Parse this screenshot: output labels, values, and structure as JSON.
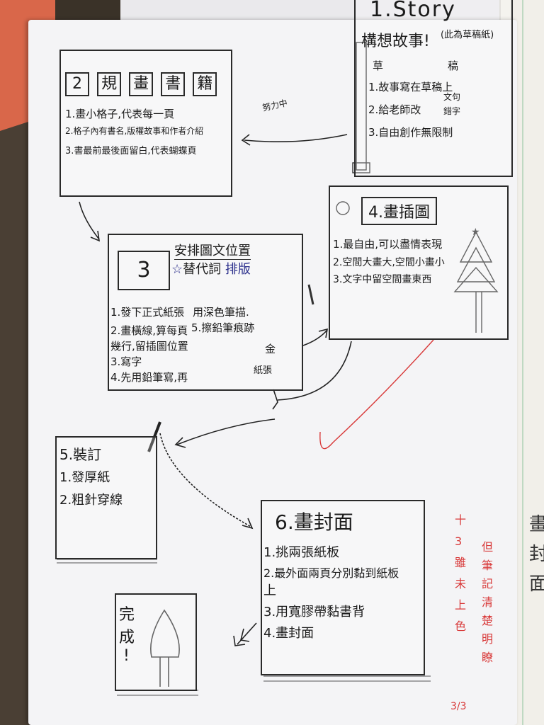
{
  "box1": {
    "title": "1.Story",
    "subtitle": "構想故事!",
    "note": "(此為草稿紙)",
    "draft_label": "草",
    "draft_label_2": "稿",
    "items": [
      "1.故事寫在草稿上",
      "2.給老師改",
      "3.自由創作無限制"
    ],
    "correction": "文句",
    "correction2": "錯字"
  },
  "box2": {
    "title_num": "2",
    "title_chars": [
      "規",
      "畫",
      "書",
      "籍"
    ],
    "items": [
      "1.畫小格子,代表每一頁",
      "2.格子內有書名,版權故事和作者介紹",
      "3.書最前最後面留白,代表蝴蝶頁"
    ]
  },
  "effort_label": "努力中",
  "box3": {
    "num": "3",
    "head1": "安排圖文位置",
    "head2": "替代詞",
    "head2_blue": "排版",
    "items": [
      "1.發下正式紙張",
      "2.畫橫線,算每頁",
      "幾行,留插圖位置",
      "3.寫字",
      "4.先用鉛筆寫,再"
    ],
    "items_right": [
      "用深色筆描.",
      "5.擦鉛筆痕跡"
    ],
    "corner": "金",
    "corner2": "紙張"
  },
  "box4": {
    "title": "4.畫插圖",
    "items": [
      "1.最自由,可以盡情表現",
      "2.空間大畫大,空間小畫小",
      "3.文字中留空間畫東西"
    ]
  },
  "box5": {
    "title": "5.裝訂",
    "items": [
      "1.發厚紙",
      "2.粗針穿線"
    ]
  },
  "box6": {
    "title": "6.畫封面",
    "items": [
      "1.挑兩張紙板",
      "2.最外面兩頁分別黏到紙板",
      "上",
      "3.用寬膠帶黏書背",
      "4.畫封面"
    ]
  },
  "done": {
    "text1": "完",
    "text2": "成",
    "text3": "!"
  },
  "side_note": {
    "col1": [
      "但",
      "筆",
      "記",
      "清",
      "楚",
      "明",
      "瞭"
    ],
    "col2": [
      "十",
      "3",
      "雖",
      "未",
      "上",
      "色"
    ],
    "page": "3/3"
  },
  "right_book_chars": [
    "畫",
    "封",
    "面"
  ],
  "colors": {
    "ink": "#1b1b1b",
    "red_ink": "#d83838",
    "blue_ink": "#2b2f8c",
    "paper": "#f4f4f6"
  }
}
